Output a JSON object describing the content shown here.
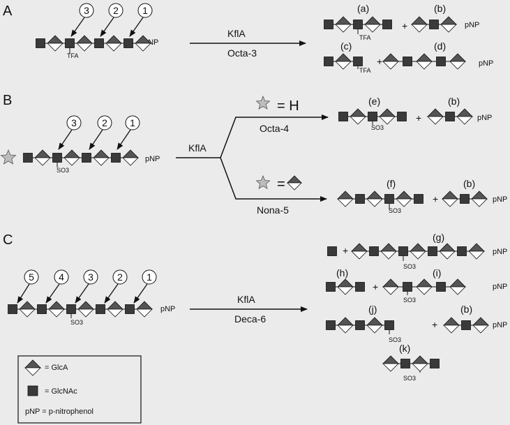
{
  "panels": {
    "A": {
      "letter": "A",
      "enzyme": "KflA",
      "substrate": "Octa-3",
      "sites": [
        "3",
        "2",
        "1"
      ],
      "sub": "TFA",
      "products": {
        "a": "(a)",
        "b": "(b)",
        "c": "(c)",
        "d": "(d)"
      },
      "plus": "+"
    },
    "B": {
      "letter": "B",
      "enzyme": "KflA",
      "substrate_top": "Octa-4",
      "substrate_bottom": "Nona-5",
      "sites": [
        "3",
        "2",
        "1"
      ],
      "sub": "SO3",
      "star_eq_top": "= H",
      "star_eq_bottom": "=",
      "products": {
        "e": "(e)",
        "b1": "(b)",
        "f": "(f)",
        "b2": "(b)"
      },
      "plus": "+"
    },
    "C": {
      "letter": "C",
      "enzyme": "KflA",
      "substrate": "Deca-6",
      "sites": [
        "5",
        "4",
        "3",
        "2",
        "1"
      ],
      "sub": "SO3",
      "products": {
        "g": "(g)",
        "h": "(h)",
        "i": "(i)",
        "j": "(j)",
        "b": "(b)",
        "k": "(k)"
      },
      "plus": "+"
    }
  },
  "pnp_label": "pNP",
  "legend": {
    "glca": "= GlcA",
    "glcnac": "= GlcNAc",
    "pnp": "pNP = p-nitrophenol"
  },
  "colors": {
    "square": "#3a3a3a",
    "diamond_dark": "#555555",
    "diamond_light": "#ffffff",
    "star": "#bdbdbd",
    "bg": "#ebebeb"
  }
}
